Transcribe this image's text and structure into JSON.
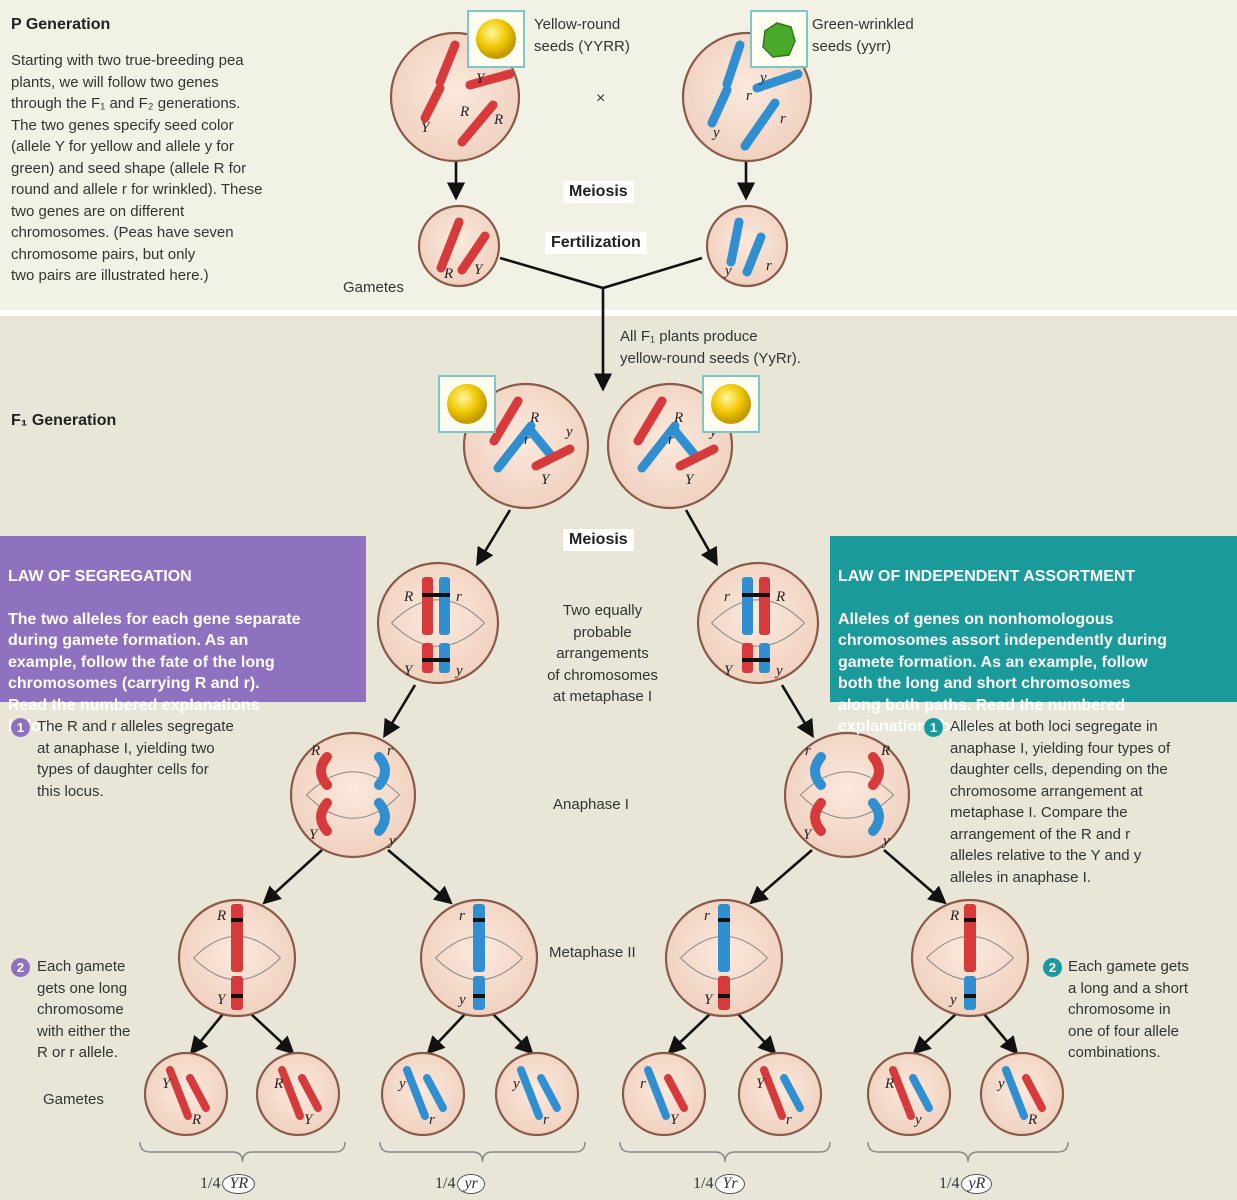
{
  "p_generation": {
    "title": "P Generation",
    "description": "Starting with two true-breeding pea\nplants, we will follow two genes\nthrough the F₁ and F₂ generations.\nThe two genes specify seed color\n(allele Y for yellow and allele y for\ngreen) and seed shape (allele R for\nround and allele r for wrinkled). These\ntwo genes are on different\nchromosomes. (Peas have seven\nchromosome pairs, but only\ntwo pairs are illustrated here.)",
    "yellow_label": "Yellow-round\nseeds (YYRR)",
    "green_label": "Green-wrinkled\nseeds (yyrr)",
    "cross_symbol": "×",
    "meiosis": "Meiosis",
    "fertilization": "Fertilization",
    "gametes": "Gametes"
  },
  "f1_generation": {
    "title": "F₁ Generation",
    "all_f1_text": "All F₁ plants produce\nyellow-round seeds (YyRr).",
    "meiosis": "Meiosis"
  },
  "law_segregation": {
    "heading": "LAW OF SEGREGATION",
    "body": "The two alleles for each gene separate\nduring gamete formation. As an\nexample, follow the fate of the long\nchromosomes (carrying R and r).\nRead the numbered explanations\nbelow.",
    "step1": "The R and r alleles segregate\nat anaphase I, yielding two\ntypes of daughter cells for\nthis locus.",
    "step2": "Each gamete\ngets one long\nchromosome\nwith either the\nR or r allele.",
    "color": "#8e72c0"
  },
  "law_independent": {
    "heading": "LAW OF INDEPENDENT ASSORTMENT",
    "body": "Alleles of genes on nonhomologous\nchromosomes assort independently during\ngamete formation. As an example, follow\nboth the long and short chromosomes\nalong both paths. Read the numbered\nexplanations below.",
    "step1": "Alleles at both loci segregate in\nanaphase I, yielding four types of\ndaughter cells, depending on the\nchromosome arrangement at\nmetaphase I. Compare the\narrangement of the R and r\nalleles relative to the Y and y\nalleles in anaphase I.",
    "step2": "Each gamete gets\na long and a short\nchromosome in\none of four allele\ncombinations.",
    "color": "#1a9a9a"
  },
  "stages": {
    "metaphase1": "Two equally\nprobable\narrangements\nof chromosomes\nat metaphase I",
    "anaphase1": "Anaphase I",
    "metaphase2": "Metaphase II",
    "gametes": "Gametes"
  },
  "step_numbers": [
    "1",
    "2"
  ],
  "ratios": [
    {
      "fraction": "1/4",
      "genotype": "YR"
    },
    {
      "fraction": "1/4",
      "genotype": "yr"
    },
    {
      "fraction": "1/4",
      "genotype": "Yr"
    },
    {
      "fraction": "1/4",
      "genotype": "yR"
    }
  ],
  "colors": {
    "red_chromosome": "#d63a3a",
    "blue_chromosome": "#2f8fd0",
    "cell": "#f3dccd",
    "yellow_seed": "#f0c800",
    "green_seed": "#4aa82a",
    "top_band": "#f2f1e6",
    "bottom_band": "#e9e6d8"
  }
}
